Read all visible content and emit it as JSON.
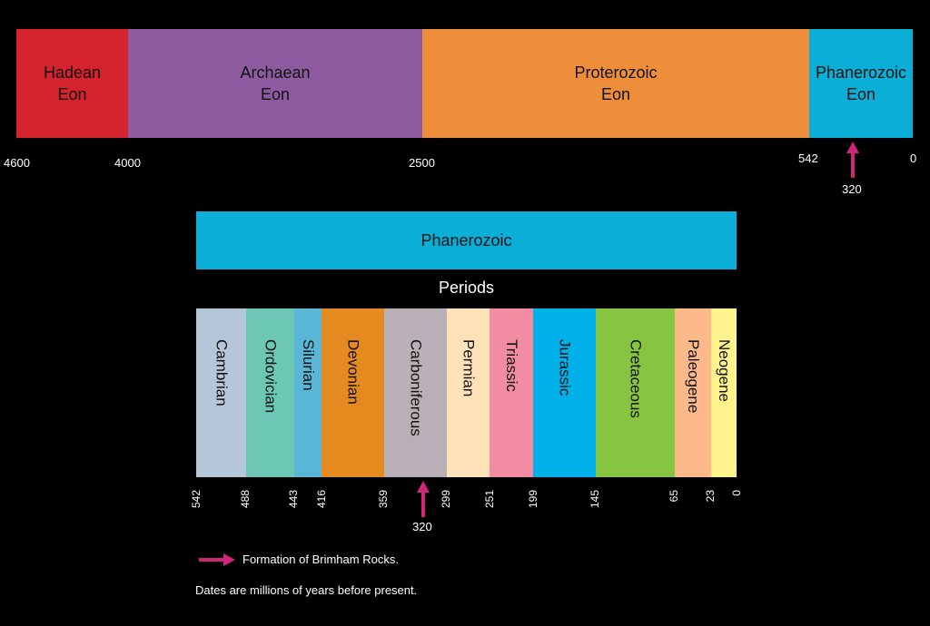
{
  "colors": {
    "hadean": "#d4232d",
    "archaean": "#8e5aa0",
    "proterozoic": "#ee8e3a",
    "phanerozoic": "#0aaed6",
    "arrow": "#d0267a",
    "cambrian": "#b4c6d8",
    "ordovician": "#6cc8b4",
    "silurian": "#5ab6d6",
    "devonian": "#e48a1e",
    "carboniferous": "#b8b0b6",
    "permian": "#ffe2b8",
    "triassic": "#f28ca2",
    "jurassic": "#00b0e8",
    "cretaceous": "#86c442",
    "paleogene": "#feb98a",
    "neogene": "#fff48c"
  },
  "eons": [
    {
      "label": "Hadean\nEon"
    },
    {
      "label": "Archaean\nEon"
    },
    {
      "label": "Proterozoic\nEon"
    },
    {
      "label": "Phanerozoic\nEon"
    }
  ],
  "eon_ticks": [
    "4600",
    "4000",
    "2500",
    "542",
    "0"
  ],
  "eon_marker": "320",
  "phanerozoic_label": "Phanerozoic",
  "periods_title": "Periods",
  "periods": [
    {
      "label": "Cambrian"
    },
    {
      "label": "Ordovician"
    },
    {
      "label": "Silurian"
    },
    {
      "label": "Devonian"
    },
    {
      "label": "Carboniferous"
    },
    {
      "label": "Permian"
    },
    {
      "label": "Triassic"
    },
    {
      "label": "Jurassic"
    },
    {
      "label": "Cretaceous"
    },
    {
      "label": "Paleogene"
    },
    {
      "label": "Neogene"
    }
  ],
  "period_ticks": [
    "542",
    "488",
    "443",
    "416",
    "359",
    "299",
    "251",
    "199",
    "145",
    "65",
    "23",
    "0"
  ],
  "period_marker": "320",
  "legend": {
    "arrow_text": "Formation of Brimham Rocks.",
    "note": "Dates are millions of years before present."
  }
}
